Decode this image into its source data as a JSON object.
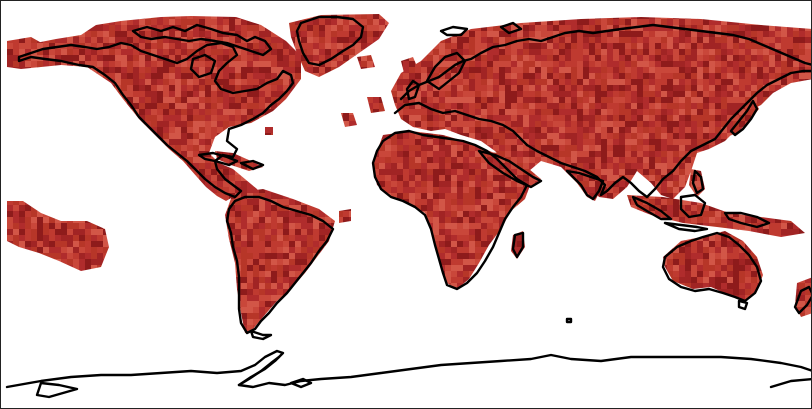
{
  "map": {
    "projection": "plate-carree",
    "extent": {
      "lon": [
        -180,
        180
      ],
      "lat": [
        -90,
        90
      ]
    },
    "colors": {
      "background": "#ffffff",
      "coastline": "#000000",
      "land_palette": [
        "#8e1b1b",
        "#a12424",
        "#b02c2c",
        "#bf3a30",
        "#c9473a",
        "#d25647",
        "#b73628"
      ]
    },
    "layers": [
      "gridded-land-field",
      "coastlines"
    ],
    "colorbar": false,
    "title": ""
  }
}
